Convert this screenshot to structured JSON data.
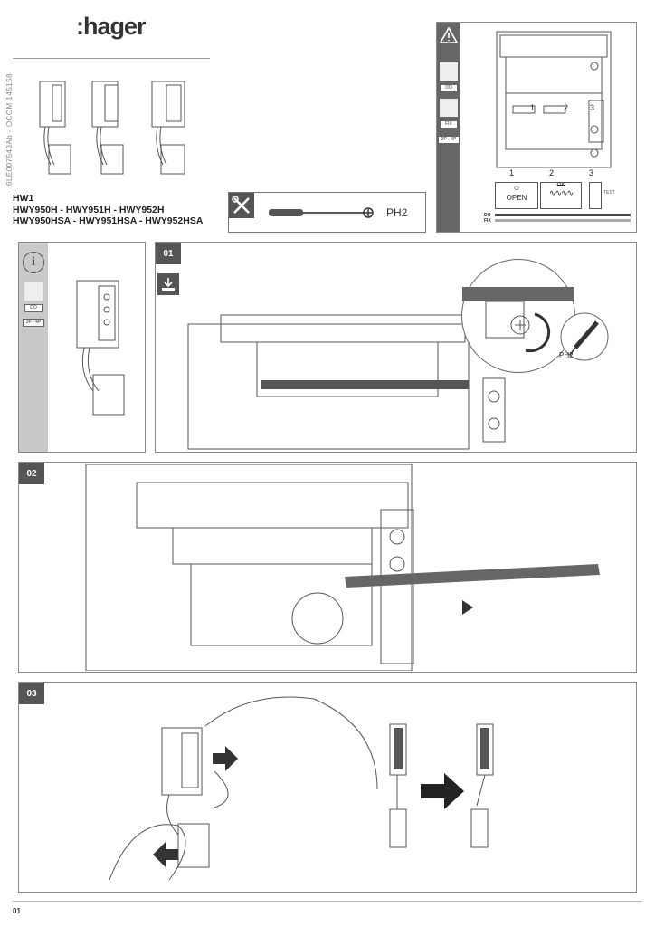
{
  "brand": {
    "logo": ":hager"
  },
  "doc_ref": "6LE007543Ab - OCOM 145158",
  "product": {
    "series": "HW1",
    "line1": "HWY950H - HWY951H - HWY952H",
    "line2": "HWY950HSA - HWY951HSA - HWY952HSA"
  },
  "tool": {
    "label": "PH2"
  },
  "header_panel": {
    "badges": [
      "DO",
      "FIX",
      "3P - 4P"
    ],
    "callouts": [
      "1",
      "2",
      "3"
    ],
    "open_label": "OPEN",
    "ok_label": "OK",
    "test_label": "TEST",
    "legend": [
      "DO",
      "FIX"
    ]
  },
  "info_panel": {
    "badges": [
      "DO",
      "3P - 4P"
    ]
  },
  "steps": [
    {
      "number": "01",
      "tool_label": "PH2"
    },
    {
      "number": "02"
    },
    {
      "number": "03"
    }
  ],
  "page": {
    "number": "01"
  },
  "colors": {
    "dark": "#555555",
    "light": "#c9c9c9",
    "accent": "#666666"
  }
}
